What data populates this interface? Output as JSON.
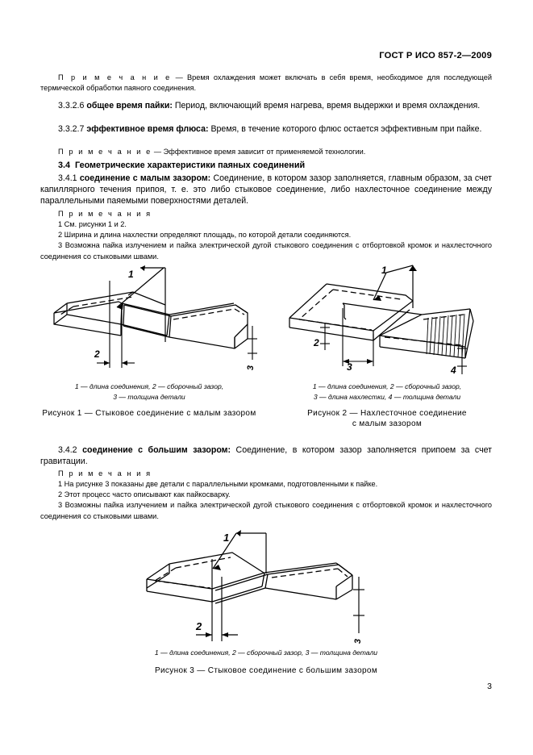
{
  "document": {
    "header_title": "ГОСТ Р ИСО 857-2—2009",
    "page_number": "3"
  },
  "blocks": {
    "note_3325": {
      "lead": "П р и м е ч а н и е",
      "text": " — Время охлаждения может включать в себя время, необходимое для последующей термической обработки паяного соединения."
    },
    "clause_3326": {
      "number": "3.3.2.6",
      "term": "общее время пайки:",
      "definition": "Период, включающий время нагрева, время выдержки и время охлаждения."
    },
    "clause_3327": {
      "number": "3.3.2.7",
      "term": "эффективное время флюса:",
      "definition": "Время, в течение которого флюс остается эффективным при пайке."
    },
    "note_3327": {
      "lead": "П р и м е ч а н и е",
      "text": " — Эффективное время зависит от применяемой технологии."
    },
    "heading_34": {
      "number": "3.4",
      "title": "Геометрические характеристики паяных соединений"
    },
    "clause_341": {
      "number": "3.4.1",
      "term": "соединение с малым зазором:",
      "definition": "Соединение, в котором зазор заполняется, главным образом, за счет капиллярного течения припоя, т. е. это либо стыковое соединение, либо нахлесточное соединение между параллельными паяемыми поверхностями деталей."
    },
    "notes_341": {
      "lead": "П р и м е ч а н и я",
      "items": [
        "1  См. рисунки 1 и 2.",
        "2  Ширина и длина нахлестки определяют площадь, по которой детали соединяются.",
        "3  Возможна пайка излучением и пайка электрической дугой стыкового соединения с отбортовкой кромок и нахлесточного соединения со стыковыми швами."
      ]
    },
    "clause_342": {
      "number": "3.4.2",
      "term": "соединение с большим зазором:",
      "definition": "Соединение, в котором зазор заполняется припоем за счет гравитации."
    },
    "notes_342": {
      "lead": "П р и м е ч а н и я",
      "items": [
        "1  На рисунке 3 показаны две детали с параллельными кромками, подготовленными к пайке.",
        "2  Этот процесс часто описывают как пайкосварку.",
        "3  Возможны пайка излучением и пайка электрической дугой стыкового соединения с отбортовкой кромок и нахлесточного соединения со стыковыми швами."
      ]
    }
  },
  "figures": [
    {
      "id": "figure-1",
      "key_line1": "1 — длина соединения, 2 —  сборочный зазор,",
      "key_line2": "3 — толщина детали",
      "caption_line1": "Рисунок  1 — Стыковое соединение с малым зазором",
      "caption_line2": "",
      "callouts": [
        "1",
        "2",
        "3"
      ]
    },
    {
      "id": "figure-2",
      "key_line1": "1 — длина соединения, 2 — сборочный зазор,",
      "key_line2": "3 — длина нахлестки, 4 — толщина детали",
      "caption_line1": "Рисунок  2 — Нахлесточное соединение",
      "caption_line2": "с малым зазором",
      "callouts": [
        "1",
        "2",
        "3",
        "4"
      ]
    },
    {
      "id": "figure-3",
      "key_line1": "1 — длина соединения, 2 — сборочный зазор, 3 —  толщина детали",
      "key_line2": "",
      "caption_line1": "Рисунок  3 — Стыковое соединение с большим зазором",
      "caption_line2": "",
      "callouts": [
        "1",
        "2",
        "3"
      ]
    }
  ]
}
